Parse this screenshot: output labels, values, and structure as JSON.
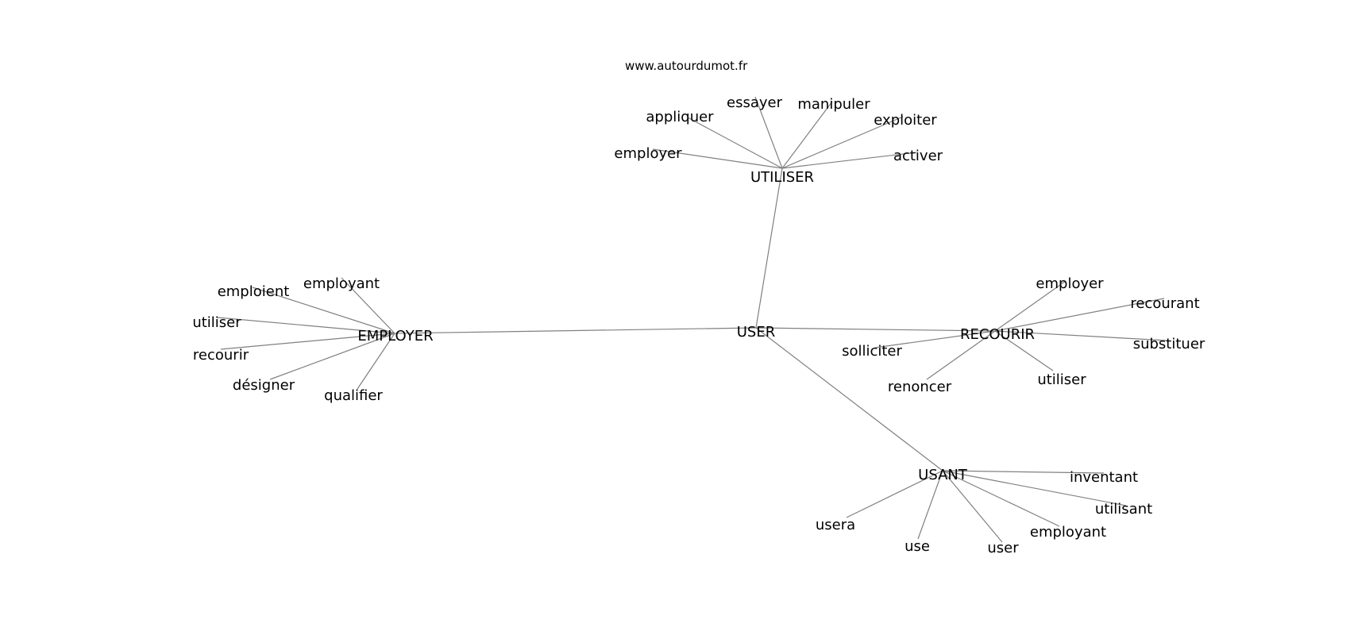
{
  "watermark": "www.autourdumot.fr",
  "center": "USER",
  "clusters": [
    {
      "hub": "UTILISER",
      "leaves": [
        "employer",
        "appliquer",
        "essayer",
        "manipuler",
        "exploiter",
        "activer"
      ]
    },
    {
      "hub": "EMPLOYER",
      "leaves": [
        "employant",
        "emploient",
        "utiliser",
        "recourir",
        "désigner",
        "qualifier"
      ]
    },
    {
      "hub": "RECOURIR",
      "leaves": [
        "employer",
        "recourant",
        "substituer",
        "utiliser",
        "renoncer",
        "solliciter"
      ]
    },
    {
      "hub": "USANT",
      "leaves": [
        "inventant",
        "utilisant",
        "employant",
        "user",
        "use",
        "usera"
      ]
    }
  ]
}
